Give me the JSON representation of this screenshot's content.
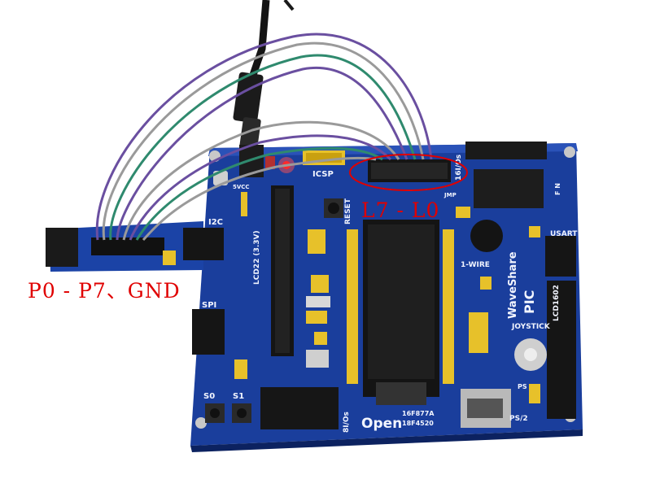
{
  "annotations": {
    "port_pins": "P0 - P7、GND",
    "led_pins": "L7 - L0"
  },
  "board": {
    "labels": {
      "icsp": "ICSP",
      "reset": "RESET",
      "i2c": "I2C",
      "lcd22": "LCD22 (3.3V)",
      "spi": "SPI",
      "one_wire": "1-WIRE",
      "joystick": "JOYSTICK",
      "usart": "USART",
      "lcd1602": "LCD1602",
      "ps2_port": "PS/2",
      "ps2_jumper": "PS",
      "s0": "S0",
      "s1": "S1",
      "io_left": "8I/Os",
      "io_right": "16I/Os",
      "brand": "WaveShare",
      "model": "PIC",
      "open_title": "Open",
      "chip_line1": "16F877A",
      "chip_line2": "18F4520",
      "fn": "F N",
      "vcc": "5VCC",
      "jmp": "JMP"
    }
  },
  "colors": {
    "board_blue": "#1a3e9c",
    "board_blue_dark": "#102a70",
    "header_black": "#1a1a1a",
    "header_yellow": "#e7c12a",
    "led_red": "#ff2a2a",
    "annotation_red": "#e00000",
    "wire_purple": "#6a4fa0",
    "wire_gray": "#9a9a9a",
    "wire_green": "#2f8a6e"
  }
}
